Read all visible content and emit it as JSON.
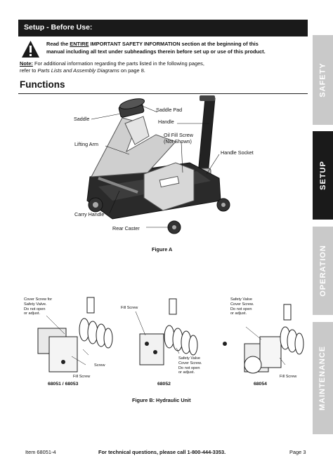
{
  "header": {
    "title": "Setup - Before Use:"
  },
  "warning": {
    "read_the": "Read the",
    "entire": "ENTIRE",
    "important": "IMPORTANT SAFETY INFORMATION",
    "rest_line1": "section at the beginning of this",
    "line2": "manual including all text under subheadings therein before set up or use of this product.",
    "icon": "warning-triangle-icon"
  },
  "note": {
    "label": "Note:",
    "line1": "For additional information regarding the parts listed in the following pages,",
    "line2_pre": "refer to",
    "line2_italic": "Parts Lists and Assembly Diagrams",
    "line2_post": "on page 8."
  },
  "section": {
    "title": "Functions"
  },
  "side_tabs": [
    {
      "label": "SAFETY",
      "active": false
    },
    {
      "label": "SETUP",
      "active": true
    },
    {
      "label": "OPERATION",
      "active": false
    },
    {
      "label": "MAINTENANCE",
      "active": false
    }
  ],
  "figure_a": {
    "callouts": {
      "saddle": "Saddle",
      "saddle_pad": "Saddle Pad",
      "handle": "Handle",
      "oil_fill_screw": "Oil Fill Screw",
      "not_shown": "(Not Shown)",
      "lifting_arm": "Lifting Arm",
      "handle_socket": "Handle Socket",
      "carry_handle": "Carry Handle",
      "rear_caster": "Rear Caster"
    },
    "caption": "Figure A"
  },
  "figure_b": {
    "left": {
      "cover_screw": [
        "Cover Screw for",
        "Safety Valve.",
        "Do not open",
        "or adjust."
      ],
      "screw": "Screw",
      "fill_screw": "Fill Screw",
      "model": "68051 / 68053"
    },
    "middle": {
      "fill_screw": "Fill Screw",
      "safety_valve": [
        "Safety Valve",
        "Cover Screw.",
        "Do not open",
        "or adjust."
      ],
      "model": "68052"
    },
    "right": {
      "safety_valve": [
        "Safety Valve",
        "Cover Screw.",
        "Do not open",
        "or adjust."
      ],
      "fill_screw": "Fill Screw",
      "model": "68054"
    },
    "caption": "Figure B:  Hydraulic Unit"
  },
  "footer": {
    "item": "Item 68051-4",
    "tech": "For technical questions, please call 1-800-444-3353.",
    "page": "Page 3"
  }
}
